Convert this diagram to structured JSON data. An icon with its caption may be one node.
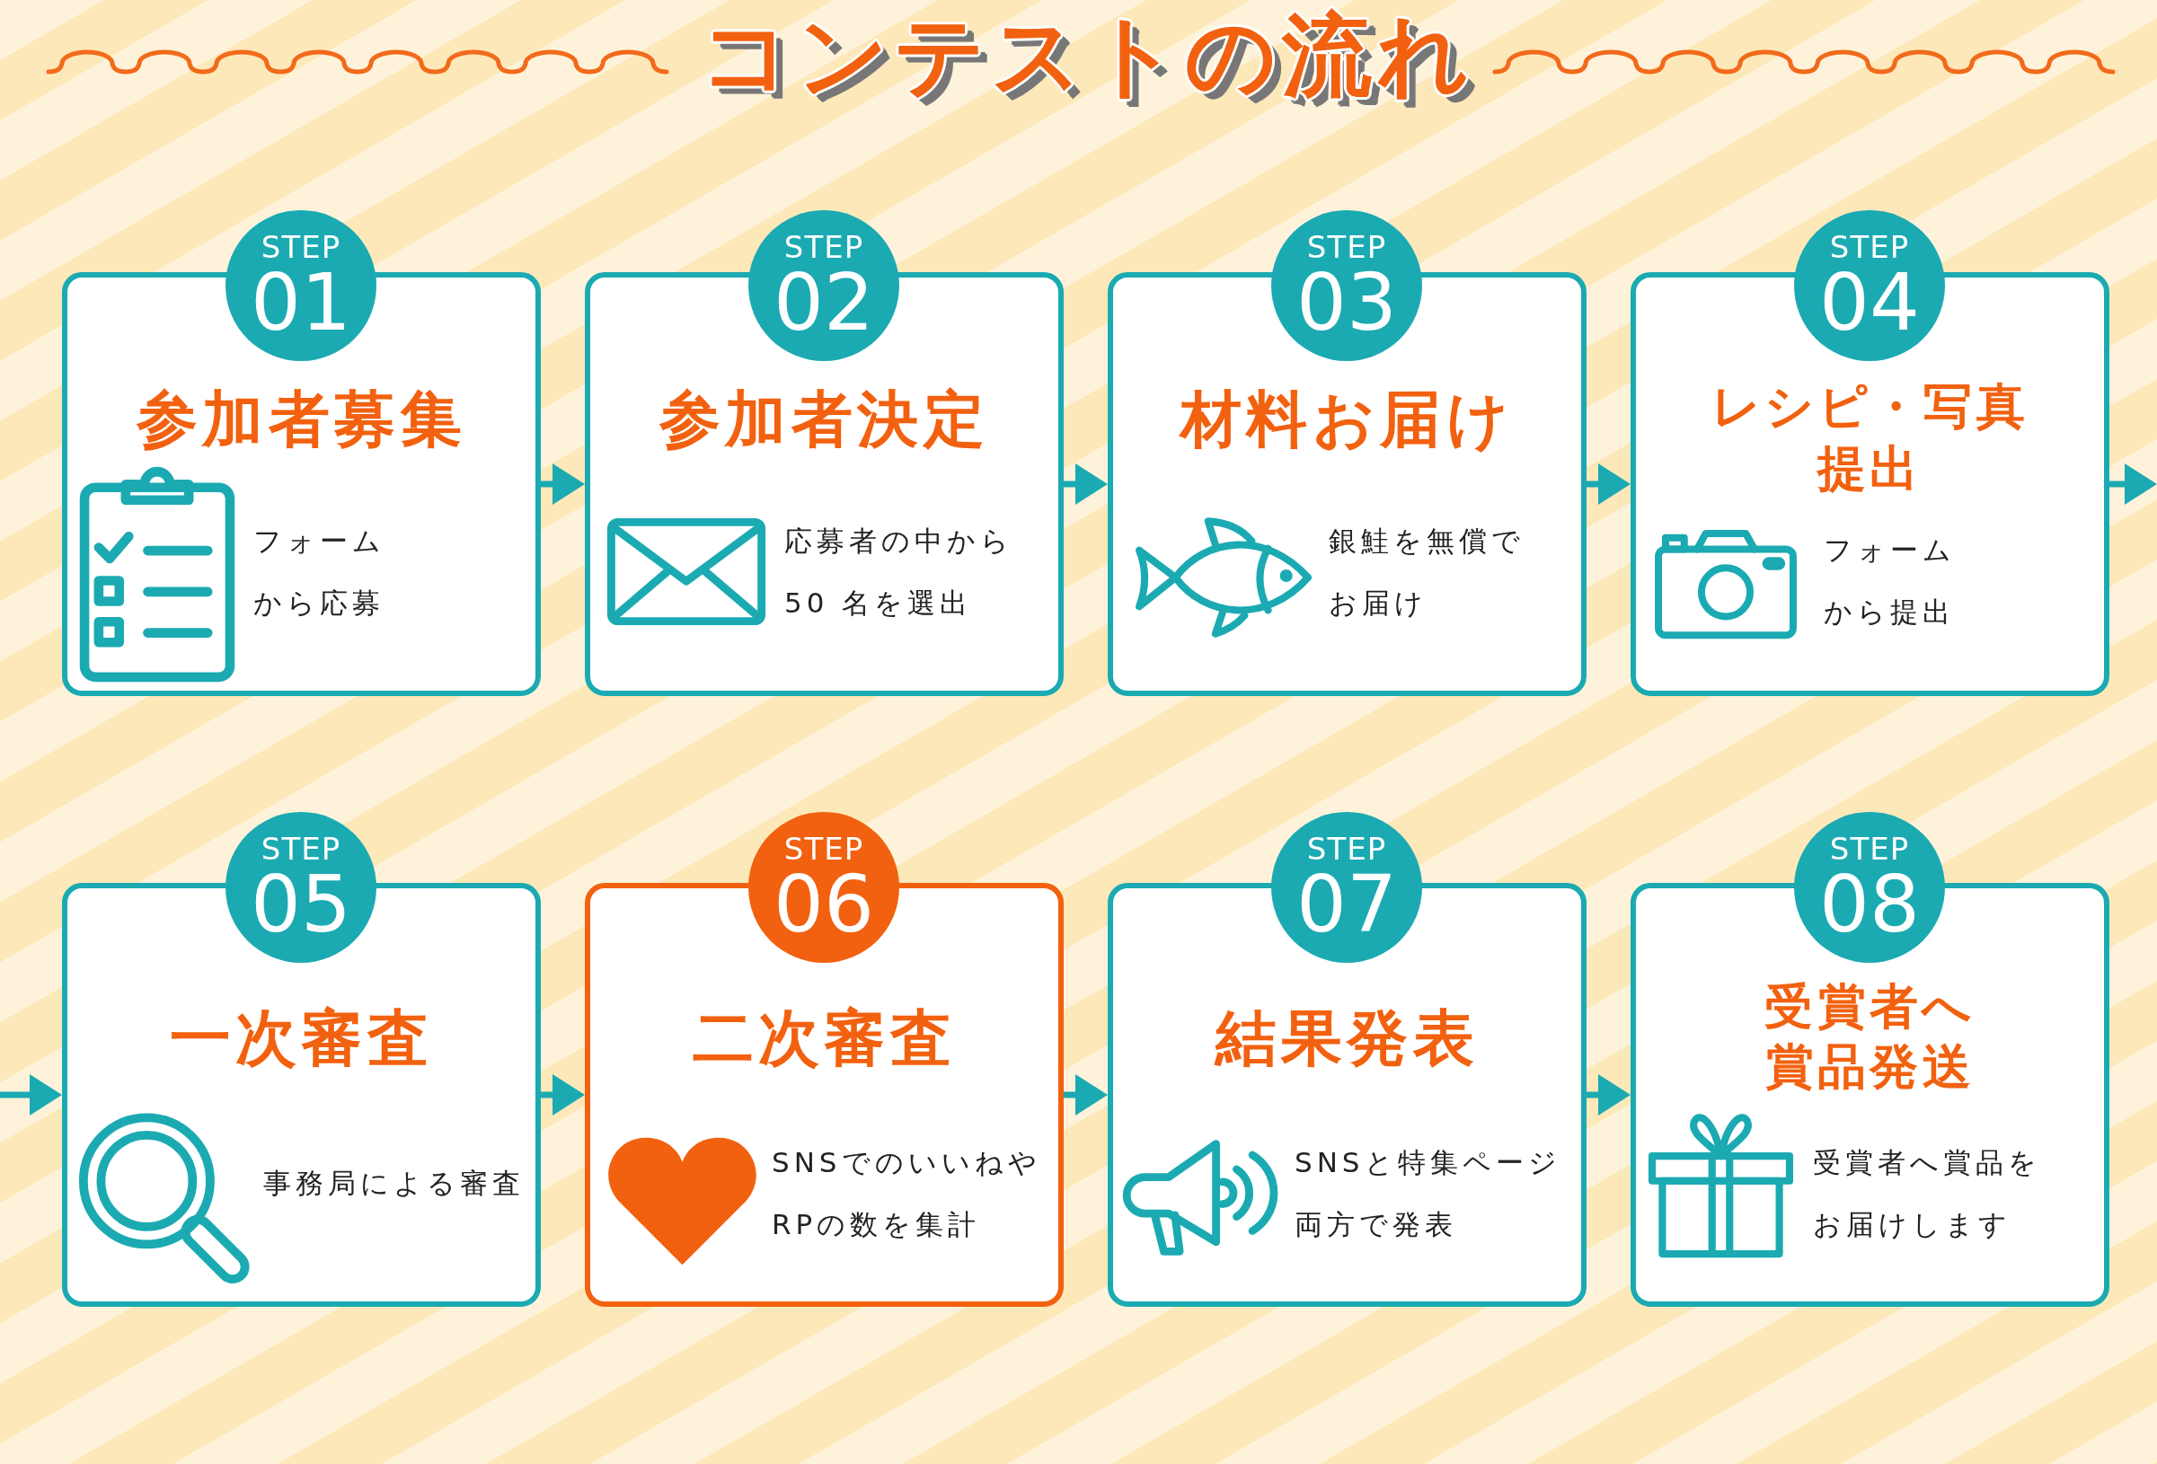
{
  "diagram": {
    "title": "コンテストの流れ",
    "nodes": [
      {
        "text": [
          "STEP",
          "01"
        ]
      },
      {
        "text": [
          "参加者募集",
          "フォームから応募"
        ]
      },
      {
        "text": [
          "STEP",
          "02"
        ]
      },
      {
        "text": [
          "参加者決定",
          "応募者の中から50 名を選出"
        ]
      },
      {
        "text": [
          "STEP",
          "03"
        ]
      },
      {
        "text": [
          "材料お届け",
          "銀鮭を無償でお届け"
        ]
      },
      {
        "text": [
          "STEP",
          "04"
        ]
      },
      {
        "text": [
          "レシピ・写真提出",
          "フォームから提出"
        ]
      },
      {
        "text": [
          "STEP",
          "05"
        ]
      },
      {
        "text": [
          "一次審査",
          "事務局による審査"
        ]
      },
      {
        "text": [
          "STEP",
          "06"
        ]
      },
      {
        "text": [
          "二次審査",
          "SNSでのいいねやRPの数を集計"
        ]
      },
      {
        "text": [
          "STEP",
          "07"
        ]
      },
      {
        "text": [
          "結果発表",
          "SNSと特集ページ両方で発表"
        ]
      },
      {
        "text": [
          "STEP",
          "08"
        ]
      },
      {
        "text": [
          "受賞者へ賞品発送",
          "受賞者へ賞品をお届けします"
        ]
      }
    ],
    "edges": [
      {
        "from": 1,
        "to": 3,
        "arrow": "to"
      },
      {
        "from": 3,
        "to": 5,
        "arrow": "to"
      },
      {
        "from": 5,
        "to": 7,
        "arrow": "to"
      },
      {
        "from": 7,
        "to": null,
        "arrow": "to"
      },
      {
        "from": null,
        "to": 9,
        "arrow": "to"
      },
      {
        "from": 9,
        "to": 11,
        "arrow": "to"
      },
      {
        "from": 11,
        "to": 13,
        "arrow": "to"
      },
      {
        "from": 13,
        "to": 15,
        "arrow": "to"
      }
    ]
  }
}
